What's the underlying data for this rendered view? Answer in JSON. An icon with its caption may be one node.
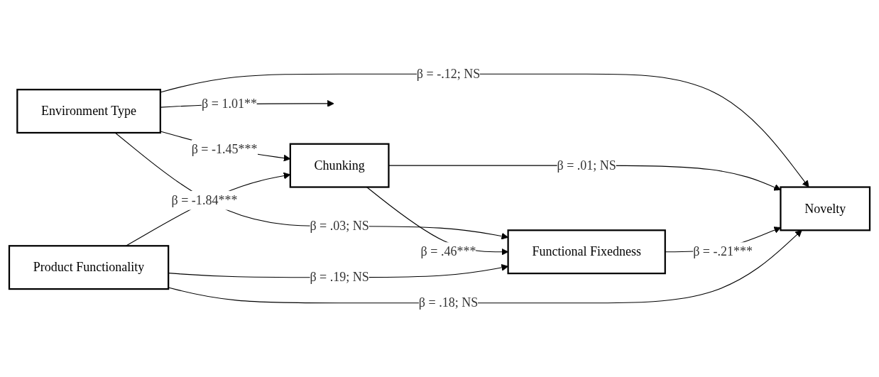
{
  "diagram": {
    "nodes": [
      {
        "text": [
          "Environment Type"
        ]
      },
      {
        "text": [
          "Chunking"
        ]
      },
      {
        "text": [
          "Functional Fixedness"
        ]
      },
      {
        "text": [
          "Product Functionality"
        ]
      },
      {
        "text": [
          "Novelty"
        ]
      }
    ],
    "edges": [
      {
        "from": 0,
        "to": 4,
        "arrow": "to",
        "label": "β = -.12; NS"
      },
      {
        "from": 0,
        "to": 2,
        "arrow": "to",
        "label": "β = .03; NS"
      },
      {
        "from": 0,
        "to": 1,
        "arrow": "to",
        "label": "β = -1.45***"
      },
      {
        "from": 0,
        "to": null,
        "arrow": "to",
        "label": "β = 1.01**"
      },
      {
        "from": 3,
        "to": 1,
        "arrow": "to",
        "label": "β = -1.84***"
      },
      {
        "from": 1,
        "to": 2,
        "arrow": "to",
        "label": "β = .46***"
      },
      {
        "from": 3,
        "to": 2,
        "arrow": "to",
        "label": "β = .19; NS"
      },
      {
        "from": 1,
        "to": 4,
        "arrow": "to",
        "label": "β = .01; NS"
      },
      {
        "from": 2,
        "to": 4,
        "arrow": "to",
        "label": "β = -.21***"
      },
      {
        "from": 3,
        "to": 4,
        "arrow": "to",
        "label": "β = .18; NS"
      }
    ]
  }
}
